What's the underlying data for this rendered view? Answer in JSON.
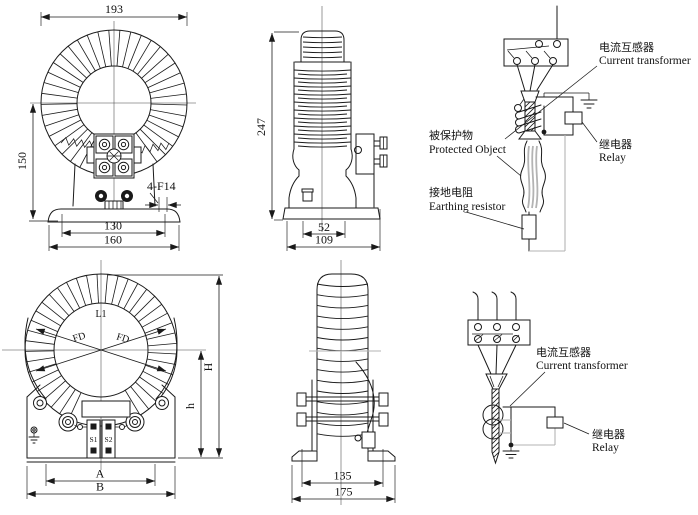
{
  "drawing": {
    "front_top": {
      "width": "193",
      "height": "150",
      "holes": "130",
      "base": "160",
      "hole_note": "4-F14"
    },
    "side_top": {
      "height": "247",
      "inner": "52",
      "base": "109"
    },
    "front_bottom": {
      "coil": "L1",
      "fd1": "FD",
      "fd2": "FD",
      "H": "H",
      "h": "h",
      "A": "A",
      "B": "B",
      "s1": "S1",
      "s2": "S2"
    },
    "side_bottom": {
      "inner": "135",
      "base": "175"
    },
    "circuit_top": {
      "ct_zh": "电流互感器",
      "ct_en": "Current transformer",
      "protected_zh": "被保护物",
      "protected_en": "Protected Object",
      "earth_zh": "接地电阻",
      "earth_en": "Earthing resistor",
      "relay_zh": "继电器",
      "relay_en": "Relay"
    },
    "circuit_bottom": {
      "ct_zh": "电流互感器",
      "ct_en": "Current transformer",
      "relay_zh": "继电器",
      "relay_en": "Relay"
    }
  },
  "colors": {
    "line": "#1a1a1a",
    "gray": "#b3b3b3",
    "background": "#ffffff"
  }
}
